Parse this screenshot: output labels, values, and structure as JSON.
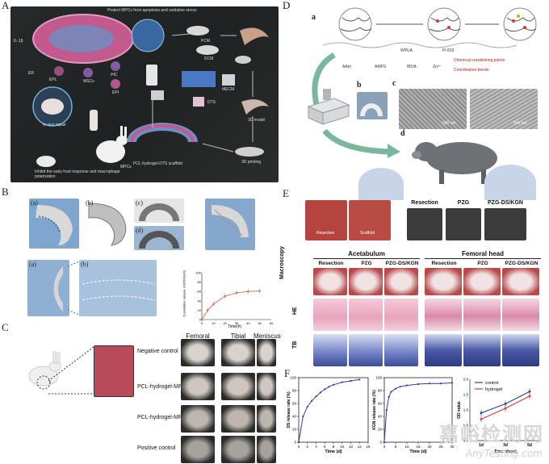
{
  "panels": {
    "A": {
      "letter": "A",
      "top_caption": "Protect MPCs from apoptosis and oxidative stress",
      "labels": [
        "IL-1β",
        "ER",
        "EPL",
        "MSCs",
        "IHC",
        "EPI",
        "PCM",
        "DCM",
        "MECM",
        "DTS",
        "In vivo repair",
        "3D model",
        "MPCs",
        "PCL-hydrogel-DTS scaffold",
        "3D printing",
        "Inhibit the early host response and macrophage polarization"
      ]
    },
    "B": {
      "letter": "B",
      "sublabels": [
        "(a)",
        "(b)",
        "(c)",
        "(d)",
        "(a)",
        "(b)"
      ],
      "chart_ylabel": "Cumulative release of BTMN(%)",
      "chart_xlabel": "Time(h)"
    },
    "C": {
      "letter": "C",
      "col_headers": [
        "Femoral condyle",
        "Tibial plateau",
        "Meniscus"
      ],
      "row_labels": [
        "Negative control",
        "PCL-hydrogel-MPCs-DTS®",
        "PCL-hydrogel-MPCs",
        "Positive control"
      ]
    },
    "D": {
      "letter": "D",
      "sublabels": [
        "a",
        "b",
        "c",
        "d"
      ],
      "legend": [
        "AAm",
        "AMPS",
        "IBOA",
        "Zn²⁺",
        "Chemical crosslinking points",
        "Coordination bonds",
        "WPUA",
        "PI 819"
      ],
      "scale_bar": "500 nm"
    },
    "E": {
      "letter": "E",
      "top_labels": [
        "Resection",
        "Scaffold"
      ],
      "mri_labels": [
        "Resection",
        "PZG",
        "PZG-DS/KGN"
      ],
      "group_headers": [
        "Acetabulum",
        "Femoral head"
      ],
      "col_headers": [
        "Resection",
        "PZG",
        "PZG-DS/KGN",
        "Resection",
        "PZG",
        "PZG-DS/KGN"
      ],
      "row_labels": [
        "Macroscopy",
        "HE",
        "TB"
      ]
    },
    "F": {
      "letter": "F"
    }
  },
  "chart_data": [
    {
      "type": "line",
      "panel": "B",
      "title": "",
      "xlabel": "Time(h)",
      "ylabel": "Cumulative release of BTMN(%)",
      "x": [
        0,
        5,
        10,
        20,
        30,
        40,
        50
      ],
      "series": [
        {
          "values": [
            0,
            20,
            33,
            50,
            57,
            60,
            61
          ]
        }
      ],
      "xlim": [
        0,
        60
      ],
      "ylim": [
        0,
        100
      ],
      "x_ticks": [
        "0",
        "10",
        "20",
        "30",
        "40",
        "50",
        "60"
      ],
      "y_ticks": [
        "0",
        "20",
        "40",
        "60",
        "80",
        "100"
      ],
      "color": "#d66a55"
    },
    {
      "type": "line",
      "panel": "F",
      "title": "",
      "xlabel": "Time (d)",
      "ylabel": "DS release rate (%)",
      "x": [
        0,
        1,
        2,
        3,
        4,
        5,
        6,
        7,
        8,
        10,
        12,
        14
      ],
      "series": [
        {
          "values": [
            0,
            40,
            55,
            64,
            71,
            77,
            82,
            86,
            89,
            93,
            95,
            97
          ]
        }
      ],
      "xlim": [
        0,
        16
      ],
      "ylim": [
        0,
        100
      ],
      "x_ticks": [
        "0",
        "2",
        "4",
        "6",
        "8",
        "10",
        "12",
        "14",
        "16"
      ],
      "y_ticks": [
        "0",
        "20",
        "40",
        "60",
        "80",
        "100"
      ],
      "color": "#2a3f9a"
    },
    {
      "type": "line",
      "panel": "F",
      "title": "",
      "xlabel": "Time (d)",
      "ylabel": "KGN release rate (%)",
      "x": [
        0,
        1,
        2,
        3,
        5,
        7,
        10,
        15,
        20,
        25,
        30
      ],
      "series": [
        {
          "values": [
            0,
            50,
            70,
            78,
            83,
            86,
            88,
            90,
            91,
            91,
            92
          ]
        }
      ],
      "xlim": [
        0,
        30
      ],
      "ylim": [
        0,
        100
      ],
      "x_ticks": [
        "0",
        "5",
        "10",
        "15",
        "20",
        "25",
        "30"
      ],
      "y_ticks": [
        "0",
        "20",
        "40",
        "60",
        "80",
        "100"
      ],
      "color": "#2a3f9a"
    },
    {
      "type": "line",
      "panel": "F",
      "title": "",
      "xlabel": "Time (days)",
      "ylabel": "OD value",
      "categories": [
        "1d",
        "3d",
        "5d"
      ],
      "series": [
        {
          "name": "control",
          "values": [
            0.9,
            1.2,
            1.6
          ],
          "color": "#2a3f9a"
        },
        {
          "name": "hydrogel",
          "values": [
            0.7,
            1.05,
            1.45
          ],
          "color": "#d33a3a"
        }
      ],
      "ylim": [
        0,
        2.0
      ],
      "y_ticks": [
        "0.0",
        "0.5",
        "1.0",
        "1.5",
        "2.0"
      ],
      "legend": "top-left"
    }
  ],
  "watermark": {
    "main": "嘉峪检测网",
    "sub": "AnyTesting.com"
  }
}
